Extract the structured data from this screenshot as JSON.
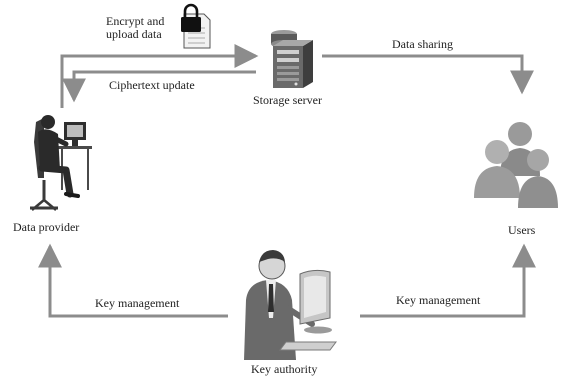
{
  "colors": {
    "arrow": "#8c8c8c",
    "figure_dark": "#3a3a3a",
    "figure_mid": "#7a7a7a",
    "figure_light": "#c8c8c8",
    "background": "#ffffff"
  },
  "icons": {
    "storage_server": "server-icon",
    "data_provider": "person-at-computer-icon",
    "users": "user-group-icon",
    "key_authority": "businessman-at-computer-icon",
    "encryption": "padlock-document-icon"
  },
  "nodes": {
    "storage_server": "Storage server",
    "data_provider": "Data provider",
    "users": "Users",
    "key_authority": "Key authority"
  },
  "edges": {
    "encrypt_upload_line1": "Encrypt and",
    "encrypt_upload_line2": "upload data",
    "ciphertext_update": "Ciphertext update",
    "data_sharing": "Data sharing",
    "key_management_left": "Key management",
    "key_management_right": "Key management"
  }
}
